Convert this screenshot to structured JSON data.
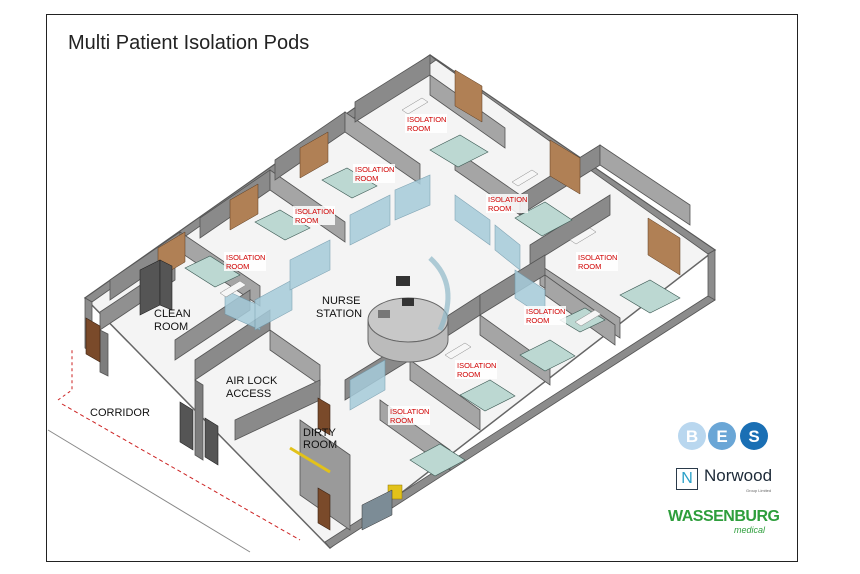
{
  "title": "Multi Patient Isolation Pods",
  "rooms": {
    "clean_room": [
      "CLEAN",
      "ROOM"
    ],
    "air_lock": [
      "AIR LOCK",
      "ACCESS"
    ],
    "nurse_station": [
      "NURSE",
      "STATION"
    ],
    "dirty_room": [
      "DIRTY",
      "ROOM"
    ],
    "corridor": "CORRIDOR",
    "isolation_line1": "ISOLATION",
    "isolation_line2": "ROOM"
  },
  "logos": {
    "bes_letters": [
      "B",
      "E",
      "S"
    ],
    "norwood_mark": "N",
    "norwood_name": "Norwood",
    "norwood_sub": "Group Limited",
    "wassenburg_name": "WASSENBURG",
    "wassenburg_sub": "medical"
  },
  "colors": {
    "wall_top": "#9a9a9a",
    "wall_side": "#7d7d7d",
    "floor": "#f3f3f3",
    "glass": "#9fc6d6",
    "door": "#7a4a2a",
    "bed": "#bcd8d2",
    "isolation_label": "#d00000",
    "bes_blue": "#1a6fb4",
    "bes_light": "#b9d7ef",
    "wassenburg_green": "#2e9e3c"
  }
}
